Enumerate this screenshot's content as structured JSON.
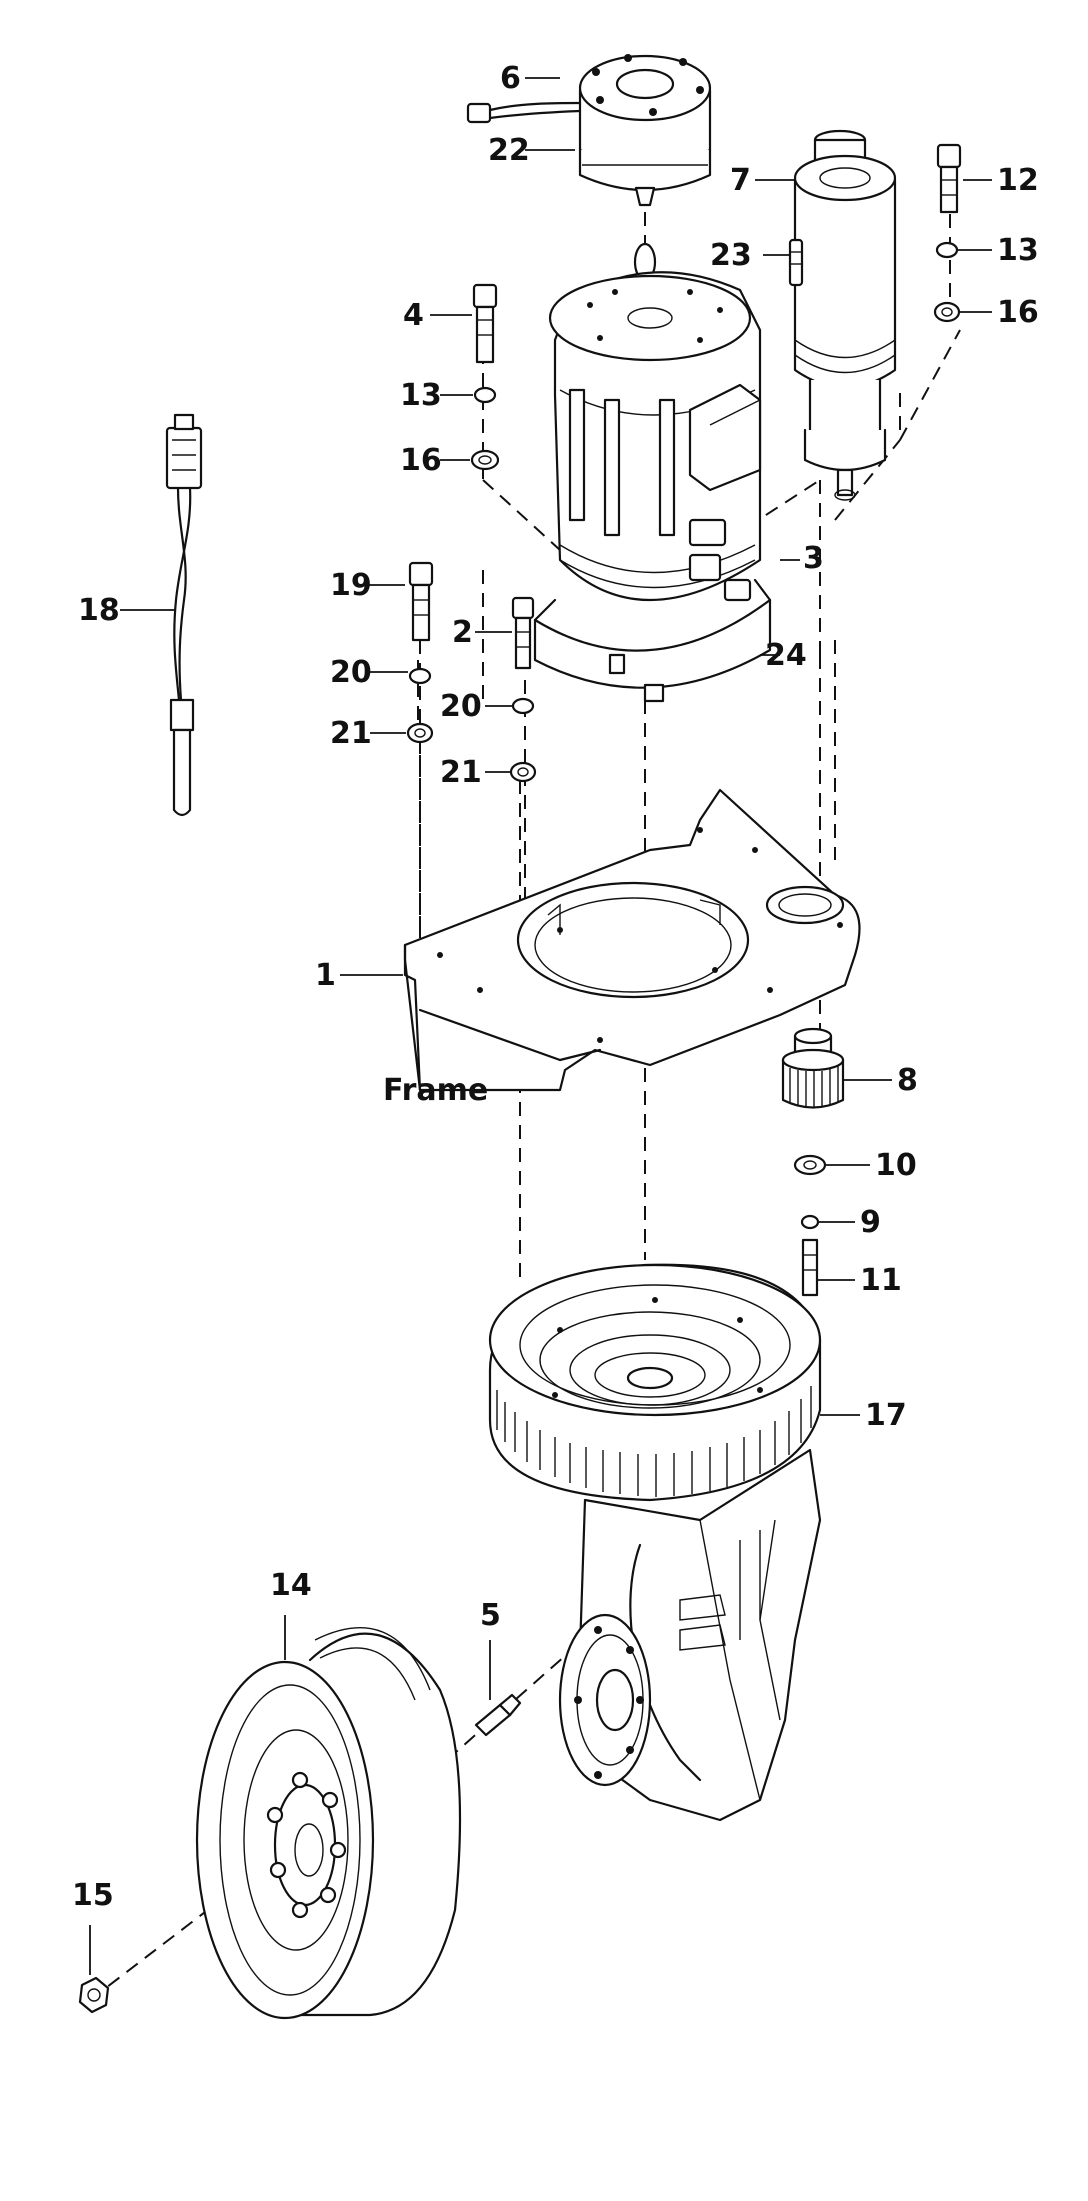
{
  "labels": {
    "p1": "1",
    "p2": "2",
    "p3": "3",
    "p4": "4",
    "p5": "5",
    "p6": "6",
    "p7": "7",
    "p8": "8",
    "p9": "9",
    "p10": "10",
    "p11": "11",
    "p12": "12",
    "p13a": "13",
    "p13b": "13",
    "p14": "14",
    "p15": "15",
    "p16a": "16",
    "p16b": "16",
    "p17": "17",
    "p18": "18",
    "p19": "19",
    "p20a": "20",
    "p20b": "20",
    "p21a": "21",
    "p21b": "21",
    "p22": "22",
    "p23": "23",
    "p24": "24",
    "frame": "Frame"
  }
}
